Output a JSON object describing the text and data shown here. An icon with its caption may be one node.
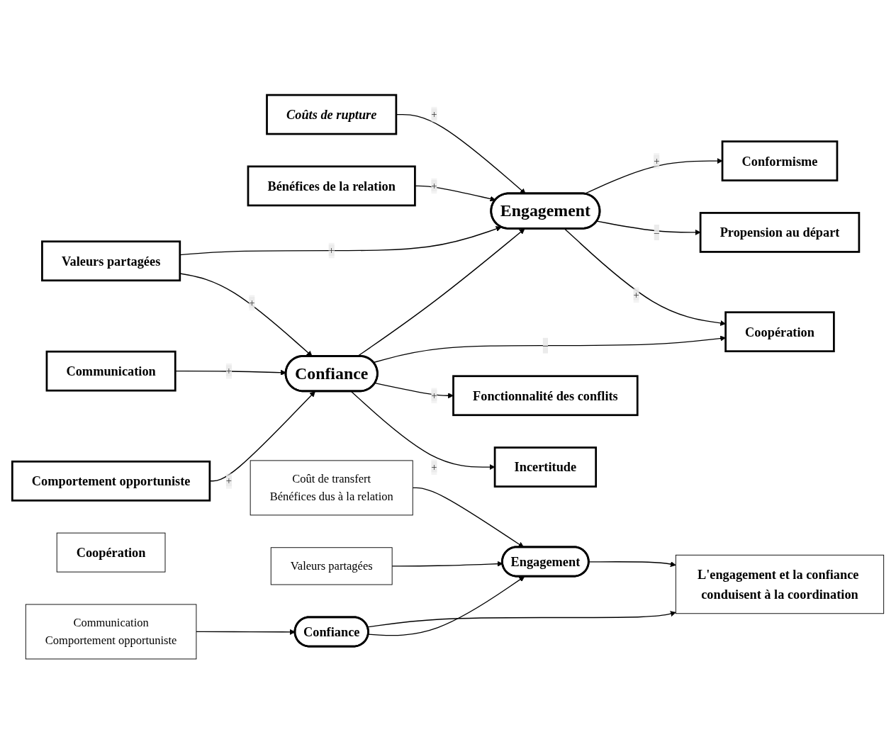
{
  "diagram": {
    "nodes": [
      {
        "text": [
          "Coûts de rupture"
        ]
      },
      {
        "text": [
          "Bénéfices de la relation"
        ]
      },
      {
        "text": [
          "Valeurs partagées"
        ]
      },
      {
        "text": [
          "Communication"
        ]
      },
      {
        "text": [
          "Comportement opportuniste"
        ]
      },
      {
        "text": [
          "Engagement"
        ]
      },
      {
        "text": [
          "Confiance"
        ]
      },
      {
        "text": [
          "Conformisme"
        ]
      },
      {
        "text": [
          "Propension au départ"
        ]
      },
      {
        "text": [
          "Coopération"
        ]
      },
      {
        "text": [
          "Fonctionnalité des conflits"
        ]
      },
      {
        "text": [
          "Incertitude"
        ]
      },
      {
        "text": [
          "L'engagement et la confiance conduisent à la coordination"
        ]
      },
      {
        "text": [
          "Coopération"
        ]
      },
      {
        "text": [
          "Engagement"
        ]
      },
      {
        "text": [
          "Confiance"
        ]
      },
      {
        "text": [
          "Coût de transfert",
          "Bénéfices dus à la relation"
        ]
      },
      {
        "text": [
          "Valeurs partagées"
        ]
      },
      {
        "text": [
          "Communication",
          "Comportement opportuniste"
        ]
      }
    ],
    "edges": [
      {
        "from": 0,
        "to": 5,
        "arrow": "to",
        "label": "+"
      },
      {
        "from": 1,
        "to": 5,
        "arrow": "to",
        "label": "+"
      },
      {
        "from": 2,
        "to": 5,
        "arrow": "to",
        "label": "+"
      },
      {
        "from": 2,
        "to": 6,
        "arrow": "to",
        "label": "+"
      },
      {
        "from": 3,
        "to": 6,
        "arrow": "to",
        "label": "+"
      },
      {
        "from": 4,
        "to": 6,
        "arrow": "to",
        "label": "+"
      },
      {
        "from": 6,
        "to": 5,
        "arrow": "to"
      },
      {
        "from": 5,
        "to": 7,
        "arrow": "to",
        "label": "+"
      },
      {
        "from": 5,
        "to": 8,
        "arrow": "to",
        "label": "–"
      },
      {
        "from": 5,
        "to": 9,
        "arrow": "to",
        "label": "+"
      },
      {
        "from": 6,
        "to": 9,
        "arrow": "to",
        "label": "–"
      },
      {
        "from": 6,
        "to": 10,
        "arrow": "to",
        "label": "+"
      },
      {
        "from": 6,
        "to": 11,
        "arrow": "to",
        "label": "+"
      },
      {
        "from": 14,
        "to": 12,
        "arrow": "to"
      },
      {
        "from": 15,
        "to": 12,
        "arrow": "to"
      },
      {
        "from": 15,
        "to": 14,
        "arrow": "to"
      },
      {
        "from": 16,
        "to": 14,
        "arrow": "to"
      },
      {
        "from": 17,
        "to": 14,
        "arrow": "to"
      },
      {
        "from": 18,
        "to": 15,
        "arrow": "to"
      }
    ]
  }
}
